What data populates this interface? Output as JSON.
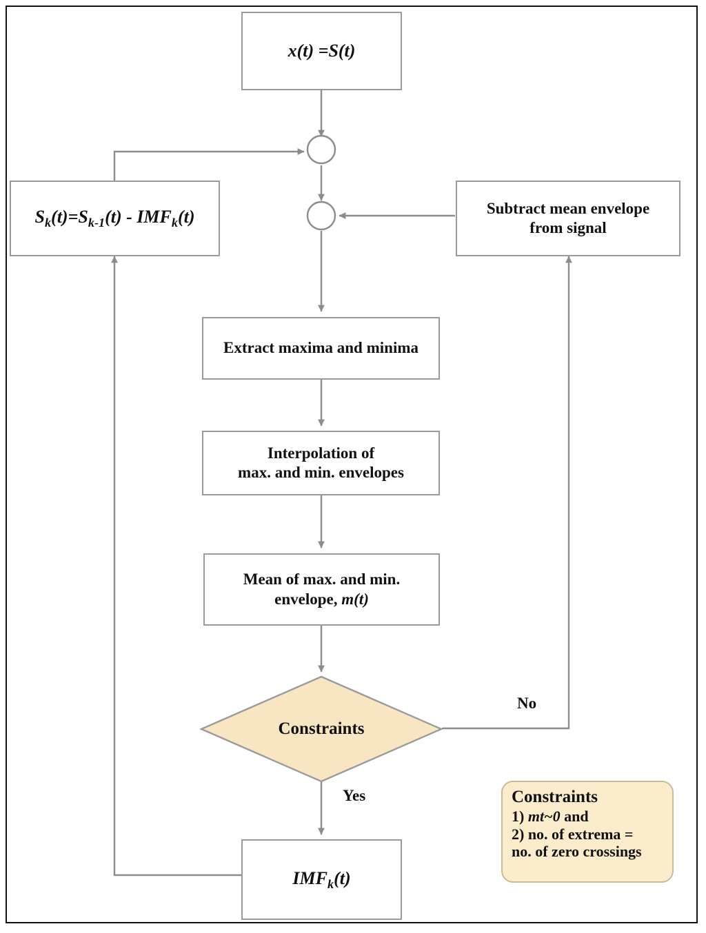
{
  "diagram": {
    "title": "Empirical Mode Decomposition (EMD) sifting flowchart",
    "colors": {
      "shape_stroke": "#9a9a9a",
      "shape_fill": "#ffffff",
      "decision_fill": "#f8e6c3",
      "legend_fill": "#fbeccb",
      "legend_stroke": "#c9bb98",
      "connector": "#8c8c8c",
      "text": "#111111",
      "frame": "#111111"
    },
    "nodes": {
      "input": {
        "id": "x-of-t",
        "kind": "process",
        "text_parts": {
          "a": "x(t)",
          "b": " =",
          "c": "S(t)"
        }
      },
      "residual": {
        "id": "sk-update",
        "kind": "process",
        "text_parts": {
          "s_k": "S",
          "k": "k",
          "eq": "(t)=",
          "s_km1": "S",
          "km1": "k-1",
          "mid": "(t) - ",
          "imf": "IMF",
          "imf_sub": "k",
          "tail": "(t)"
        }
      },
      "subtract": {
        "id": "subtract-mean-envelope",
        "kind": "process",
        "line1": "Subtract mean envelope",
        "line2": "from signal"
      },
      "extract": {
        "id": "extract-extrema",
        "kind": "process",
        "line1": "Extract maxima and minima"
      },
      "interpolate": {
        "id": "interpolate-envelopes",
        "kind": "process",
        "line1": "Interpolation of",
        "line2": "max. and min. envelopes"
      },
      "mean": {
        "id": "mean-envelope",
        "kind": "process",
        "line1": "Mean of max. and min.",
        "line2_a": "envelope, ",
        "line2_b": "m(t)"
      },
      "decision": {
        "id": "constraints-decision",
        "kind": "decision",
        "label": "Constraints"
      },
      "imf": {
        "id": "imf-output",
        "kind": "process",
        "text_parts": {
          "a": "IMF",
          "sub": "k",
          "b": "(t)"
        }
      },
      "junction_1": {
        "id": "sum-junction-top",
        "kind": "connector-circle"
      },
      "junction_2": {
        "id": "sum-junction-bottom",
        "kind": "connector-circle"
      }
    },
    "edge_labels": {
      "no": "No",
      "yes": "Yes"
    },
    "legend": {
      "title": "Constraints",
      "line1_a": "1) ",
      "line1_b": "mt~0",
      "line1_c": " and",
      "line2": "2) no. of extrema =",
      "line3": " no. of zero crossings"
    }
  }
}
